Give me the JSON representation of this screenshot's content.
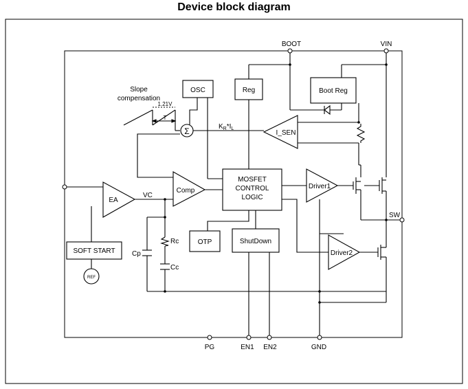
{
  "title": "Device block diagram",
  "pins": {
    "boot": "BOOT",
    "vin": "VIN",
    "sw": "SW",
    "pg": "PG",
    "en1": "EN1",
    "en2": "EN2",
    "gnd": "GND"
  },
  "blocks": {
    "osc": "OSC",
    "reg": "Reg",
    "boot_reg": "Boot Reg",
    "i_sen": "I_SEN",
    "ea": "EA",
    "comp": "Comp",
    "mosfet_line1": "MOSFET",
    "mosfet_line2": "CONTROL",
    "mosfet_line3": "LOGIC",
    "driver1": "Driver1",
    "driver2": "Driver2",
    "otp": "OTP",
    "shutdown": "ShutDown",
    "soft_start": "SOFT START",
    "ref": "REF"
  },
  "labels": {
    "slope_line1": "Slope",
    "slope_line2": "compensation",
    "v121": "1.21V",
    "t": "T",
    "sigma": "Σ",
    "kr": "K",
    "kr_sub": "R",
    "kr_mid": "*I",
    "kr_sub2": "L",
    "vc": "VC",
    "rc": "Rc",
    "cp": "Cp",
    "cc": "Cc"
  }
}
